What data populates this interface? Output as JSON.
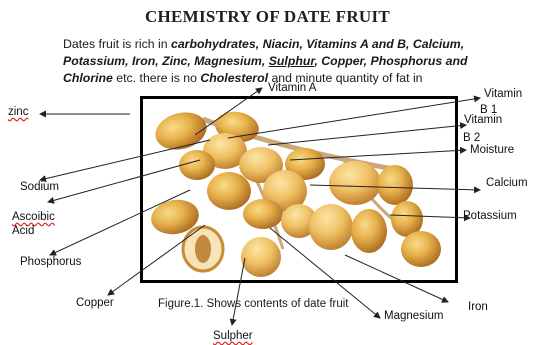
{
  "title": "CHEMISTRY OF DATE FRUIT",
  "intro": {
    "t1": "Dates fruit is rich in ",
    "b1": "carbohydrates, Niacin, Vitamins A and B, Calcium, Potassium, Iron, Zinc, Magnesium,",
    "t2": " ",
    "b2": "Sulphur",
    "b3": ", Copper, Phosphorus and Chlorine",
    "t3": " etc. there is no ",
    "b4": "Cholesterol",
    "t4": " and minute quantity of fat in"
  },
  "labels": {
    "zinc": "zinc",
    "vitamin_a": "Vitamin A",
    "vitamin": "Vitamin",
    "b1": "B 1",
    "vitamin2": "Vitamin",
    "b2": "B 2",
    "moisture": "Moisture",
    "sodium": "Sodium",
    "calcium": "Calcium",
    "ascorbic": "Ascoibic",
    "acid": "Acid",
    "potassium": "Potassium",
    "phosphorus": "Phosphorus",
    "copper": "Copper",
    "iron": "Iron",
    "magnesium": "Magnesium",
    "sulpher": "Sulpher"
  },
  "caption": "Figure.1. Shows contents of date fruit",
  "colors": {
    "date_light": "#f0c25a",
    "date_mid": "#dca040",
    "date_dark": "#a8681e",
    "stem": "#caa77c",
    "frame": "#000000",
    "arrow": "#222222"
  }
}
